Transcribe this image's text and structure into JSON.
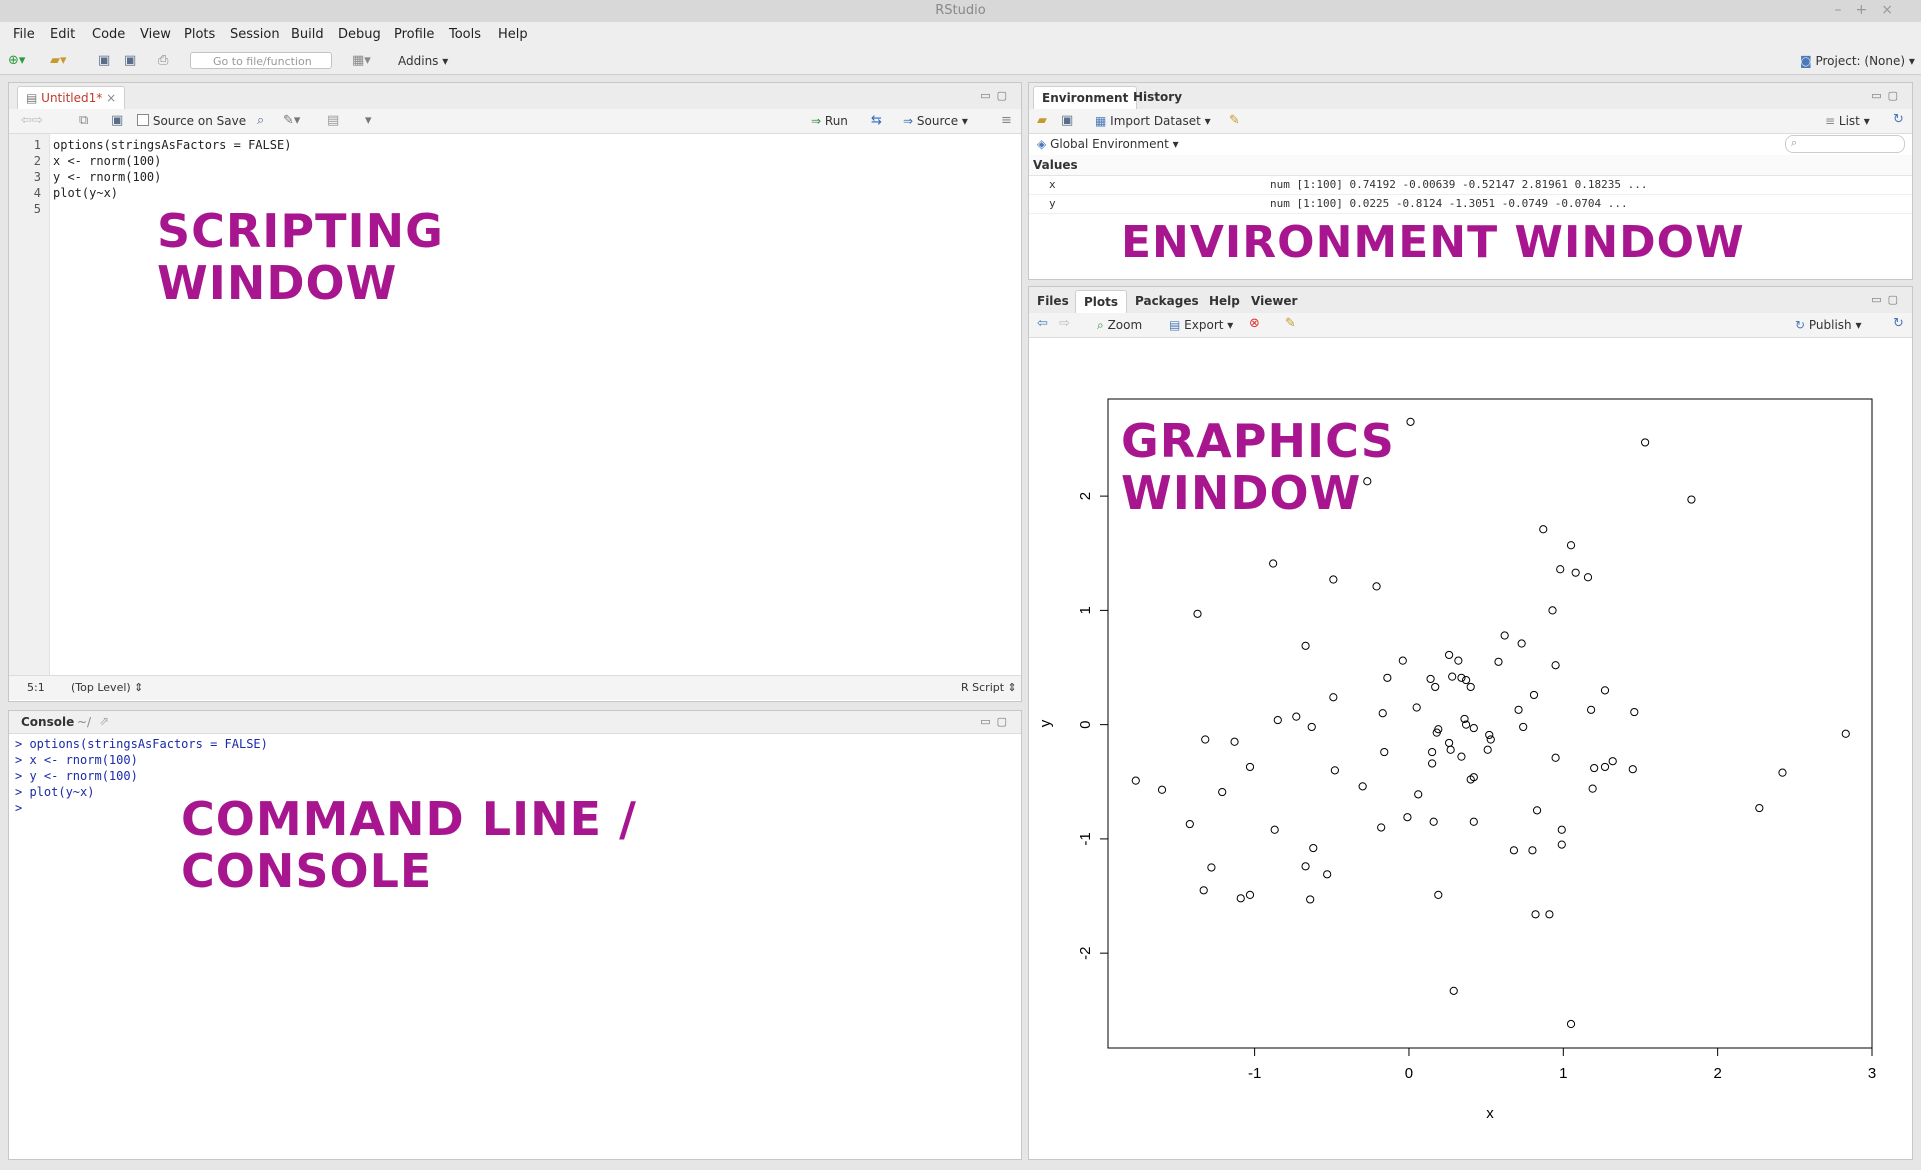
{
  "app": {
    "title": "RStudio"
  },
  "menu": [
    "File",
    "Edit",
    "Code",
    "View",
    "Plots",
    "Session",
    "Build",
    "Debug",
    "Profile",
    "Tools",
    "Help"
  ],
  "toolbar": {
    "goto_placeholder": "Go to file/function",
    "addins": "Addins",
    "project": "Project: (None)"
  },
  "editor": {
    "tab": "Untitled1*",
    "source_on_save": "Source on Save",
    "run": "Run",
    "source": "Source",
    "lines": [
      {
        "n": "1",
        "code": "options(stringsAsFactors = FALSE)"
      },
      {
        "n": "2",
        "code": "x <- rnorm(100)"
      },
      {
        "n": "3",
        "code": "y <- rnorm(100)"
      },
      {
        "n": "4",
        "code": "plot(y~x)"
      },
      {
        "n": "5",
        "code": ""
      }
    ],
    "status_pos": "5:1",
    "status_scope": "(Top Level)",
    "status_type": "R Script"
  },
  "console": {
    "title": "Console",
    "path": "~/",
    "lines": [
      "> options(stringsAsFactors = FALSE)",
      "> x <- rnorm(100)",
      "> y <- rnorm(100)",
      "> plot(y~x)",
      "> "
    ]
  },
  "environment": {
    "tabs": [
      "Environment",
      "History"
    ],
    "import": "Import Dataset",
    "list": "List",
    "scope": "Global Environment",
    "section": "Values",
    "rows": [
      {
        "name": "x",
        "value": "num [1:100] 0.74192 -0.00639 -0.52147 2.81961 0.18235 ..."
      },
      {
        "name": "y",
        "value": "num [1:100] 0.0225 -0.8124 -1.3051 -0.0749 -0.0704 ..."
      }
    ]
  },
  "files_pane": {
    "tabs": [
      "Files",
      "Plots",
      "Packages",
      "Help",
      "Viewer"
    ],
    "zoom": "Zoom",
    "export": "Export",
    "publish": "Publish"
  },
  "overlays": {
    "scripting": "SCRIPTING\nWINDOW",
    "environment": "ENVIRONMENT WINDOW",
    "graphics": "GRAPHICS\nWINDOW",
    "console": "COMMAND LINE /\nCONSOLE"
  },
  "chart_data": {
    "type": "scatter",
    "xlabel": "x",
    "ylabel": "y",
    "xlim": [
      -1.95,
      3.0
    ],
    "ylim": [
      -2.83,
      2.85
    ],
    "xticks": [
      "-1",
      "0",
      "1",
      "2",
      "3"
    ],
    "yticks": [
      "-2",
      "-1",
      "0",
      "1",
      "2"
    ],
    "points": [
      [
        0.01,
        2.65
      ],
      [
        1.53,
        2.47
      ],
      [
        1.83,
        1.97
      ],
      [
        -0.27,
        2.13
      ],
      [
        0.87,
        1.71
      ],
      [
        1.05,
        1.57
      ],
      [
        -0.88,
        1.41
      ],
      [
        0.98,
        1.36
      ],
      [
        1.08,
        1.33
      ],
      [
        1.16,
        1.29
      ],
      [
        -0.49,
        1.27
      ],
      [
        -0.21,
        1.21
      ],
      [
        -1.37,
        0.97
      ],
      [
        0.93,
        1.0
      ],
      [
        0.62,
        0.78
      ],
      [
        0.73,
        0.71
      ],
      [
        -0.67,
        0.69
      ],
      [
        0.26,
        0.61
      ],
      [
        0.32,
        0.56
      ],
      [
        -0.04,
        0.56
      ],
      [
        0.58,
        0.55
      ],
      [
        0.95,
        0.52
      ],
      [
        0.28,
        0.42
      ],
      [
        0.34,
        0.41
      ],
      [
        0.37,
        0.39
      ],
      [
        0.14,
        0.4
      ],
      [
        -0.14,
        0.41
      ],
      [
        0.4,
        0.33
      ],
      [
        0.17,
        0.33
      ],
      [
        0.81,
        0.26
      ],
      [
        1.27,
        0.3
      ],
      [
        -0.49,
        0.24
      ],
      [
        0.05,
        0.15
      ],
      [
        0.71,
        0.13
      ],
      [
        1.18,
        0.13
      ],
      [
        1.46,
        0.11
      ],
      [
        -0.17,
        0.1
      ],
      [
        -0.73,
        0.07
      ],
      [
        -0.85,
        0.04
      ],
      [
        0.36,
        0.05
      ],
      [
        0.37,
        0.0
      ],
      [
        -0.63,
        -0.02
      ],
      [
        0.74,
        -0.02
      ],
      [
        0.42,
        -0.03
      ],
      [
        0.19,
        -0.04
      ],
      [
        0.18,
        -0.07
      ],
      [
        0.52,
        -0.09
      ],
      [
        0.53,
        -0.13
      ],
      [
        -1.32,
        -0.13
      ],
      [
        -1.13,
        -0.15
      ],
      [
        2.83,
        -0.08
      ],
      [
        0.26,
        -0.16
      ],
      [
        0.15,
        -0.24
      ],
      [
        0.27,
        -0.22
      ],
      [
        -0.16,
        -0.24
      ],
      [
        0.51,
        -0.22
      ],
      [
        0.34,
        -0.28
      ],
      [
        0.95,
        -0.29
      ],
      [
        1.32,
        -0.32
      ],
      [
        1.27,
        -0.37
      ],
      [
        1.2,
        -0.38
      ],
      [
        1.45,
        -0.39
      ],
      [
        -0.48,
        -0.4
      ],
      [
        0.15,
        -0.34
      ],
      [
        -1.03,
        -0.37
      ],
      [
        0.42,
        -0.46
      ],
      [
        0.4,
        -0.48
      ],
      [
        2.42,
        -0.42
      ],
      [
        -1.77,
        -0.49
      ],
      [
        -0.3,
        -0.54
      ],
      [
        1.19,
        -0.56
      ],
      [
        -1.6,
        -0.57
      ],
      [
        -1.21,
        -0.59
      ],
      [
        0.06,
        -0.61
      ],
      [
        2.27,
        -0.73
      ],
      [
        0.83,
        -0.75
      ],
      [
        -0.01,
        -0.81
      ],
      [
        0.16,
        -0.85
      ],
      [
        0.42,
        -0.85
      ],
      [
        -1.42,
        -0.87
      ],
      [
        -0.18,
        -0.9
      ],
      [
        -0.87,
        -0.92
      ],
      [
        0.99,
        -0.92
      ],
      [
        0.99,
        -1.05
      ],
      [
        -0.62,
        -1.08
      ],
      [
        0.68,
        -1.1
      ],
      [
        0.8,
        -1.1
      ],
      [
        -0.67,
        -1.24
      ],
      [
        -1.28,
        -1.25
      ],
      [
        -0.53,
        -1.31
      ],
      [
        -1.33,
        -1.45
      ],
      [
        -1.03,
        -1.49
      ],
      [
        -1.09,
        -1.52
      ],
      [
        -0.64,
        -1.53
      ],
      [
        0.19,
        -1.49
      ],
      [
        0.82,
        -1.66
      ],
      [
        0.91,
        -1.66
      ],
      [
        0.29,
        -2.33
      ],
      [
        1.05,
        -2.62
      ]
    ]
  }
}
